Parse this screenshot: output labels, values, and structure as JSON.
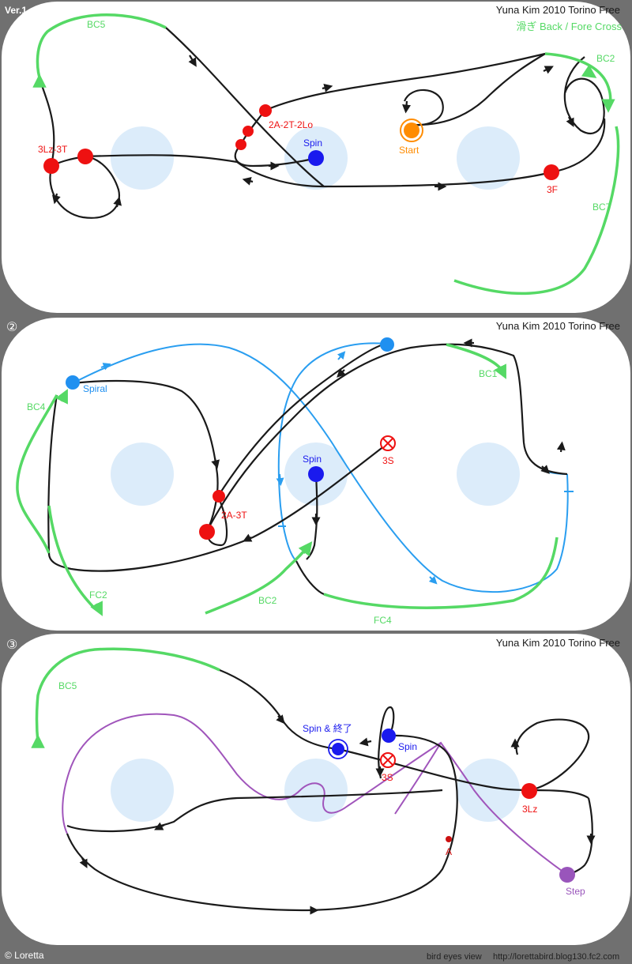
{
  "header": {
    "version": "Ver.1",
    "title": "Yuna Kim 2010 Torino Free",
    "legend": "滑ぎ Back / Fore Cross"
  },
  "panels": [
    {
      "number": "",
      "title": "Yuna Kim 2010 Torino Free",
      "labels": {
        "bc5": "BC5",
        "bc2": "BC2",
        "bc7": "BC7",
        "jump_3lz3t": "3Lz-3T",
        "jump_2a2t2lo": "2A-2T-2Lo",
        "spin": "Spin",
        "start": "Start",
        "jump_3f": "3F"
      }
    },
    {
      "number": "②",
      "title": "Yuna Kim 2010 Torino Free",
      "labels": {
        "spiral": "Spiral",
        "bc4": "BC4",
        "bc1": "BC1",
        "fc2": "FC2",
        "bc2": "BC2",
        "fc4": "FC4",
        "spin": "Spin",
        "jump_2a3t": "2A-3T",
        "jump_3s": "3S"
      }
    },
    {
      "number": "③",
      "title": "Yuna Kim 2010 Torino Free",
      "labels": {
        "bc5": "BC5",
        "spin_end": "Spin & 終了",
        "spin": "Spin",
        "jump_3s": "3S",
        "jump_3lz": "3Lz",
        "point_a": "A",
        "step": "Step"
      }
    }
  ],
  "footer": {
    "copyright": "© Loretta",
    "view": "bird eyes view",
    "url": "http://lorettabird.blog130.fc2.com"
  },
  "colors": {
    "background": "#707070",
    "rink": "#ffffff",
    "circle": "#dcecfa",
    "path": "#1a1a1a",
    "crossover": "#55d965",
    "spiral_path": "#2a9ef0",
    "step_path": "#a055bb",
    "jump": "#ee1111",
    "spin": "#1a1aee",
    "start": "#ff8c00",
    "spiral_dot": "#2090f0",
    "step_dot": "#9955bb"
  }
}
